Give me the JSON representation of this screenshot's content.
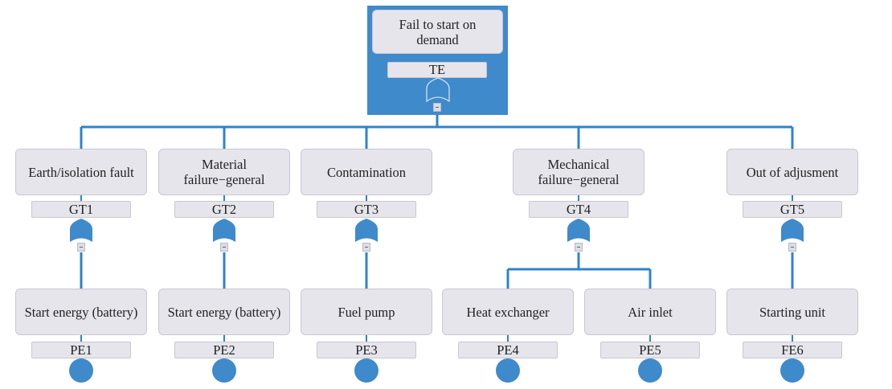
{
  "colors": {
    "accent": "#3f8acb",
    "node_fill": "#e6e5ec",
    "node_border": "#c9c8d2",
    "line": "#2f83c8"
  },
  "top_event": {
    "label": "Fail to start on demand",
    "id": "TE",
    "gate": "or-gate-icon"
  },
  "intermediate_events": [
    {
      "label": "Earth/isolation fault",
      "id": "GT1",
      "gate": "or-gate-icon"
    },
    {
      "label": "Material failure−general",
      "id": "GT2",
      "gate": "or-gate-icon"
    },
    {
      "label": "Contamination",
      "id": "GT3",
      "gate": "or-gate-icon"
    },
    {
      "label": "Mechanical failure−general",
      "id": "GT4",
      "gate": "or-gate-icon"
    },
    {
      "label": "Out of adjusment",
      "id": "GT5",
      "gate": "or-gate-icon"
    }
  ],
  "basic_events": [
    {
      "label": "Start energy (battery)",
      "id": "PE1",
      "parent": "GT1",
      "icon": "basic-event-circle-icon"
    },
    {
      "label": "Start energy (battery)",
      "id": "PE2",
      "parent": "GT2",
      "icon": "basic-event-circle-icon"
    },
    {
      "label": "Fuel pump",
      "id": "PE3",
      "parent": "GT3",
      "icon": "basic-event-circle-icon"
    },
    {
      "label": "Heat exchanger",
      "id": "PE4",
      "parent": "GT4",
      "icon": "basic-event-circle-icon"
    },
    {
      "label": "Air inlet",
      "id": "PE5",
      "parent": "GT4",
      "icon": "basic-event-circle-icon"
    },
    {
      "label": "Starting unit",
      "id": "FE6",
      "parent": "GT5",
      "icon": "basic-event-circle-icon"
    }
  ]
}
